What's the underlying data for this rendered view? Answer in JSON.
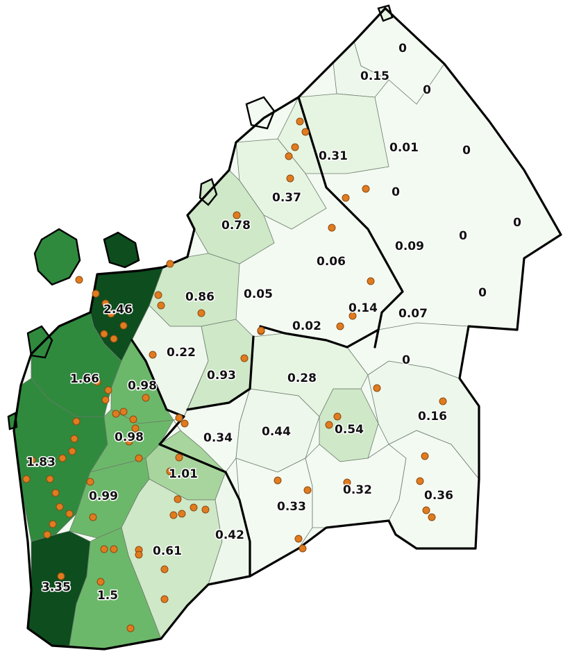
{
  "colors": {
    "scale": [
      "#f3faf2",
      "#e6f4e2",
      "#cfe8c8",
      "#a8d59d",
      "#6cb86a",
      "#2f8a3e",
      "#0d4d1e"
    ],
    "site": "#e07b1f",
    "boundary": "#000000"
  },
  "labels": {
    "r00": "0",
    "r01": "0.15",
    "r02": "0",
    "r03": "0.31",
    "r04": "0.01",
    "r05": "0",
    "r06": "0.37",
    "r07": "0",
    "r08": "0.78",
    "r09": "0.09",
    "r10": "0",
    "r11": "0",
    "r12": "0.06",
    "r13": "0",
    "r14": "0.86",
    "r15": "0.05",
    "r16": "2.46",
    "r17": "0.14",
    "r18": "0.07",
    "r19": "0.02",
    "r20": "0.22",
    "r21": "0.93",
    "r22": "0",
    "r23": "1.66",
    "r24": "0.98",
    "r25": "0.28",
    "r26": "0.16",
    "r27": "0.98",
    "r28": "0.34",
    "r29": "0.44",
    "r30": "0.54",
    "r31": "1.83",
    "r32": "1.01",
    "r33": "0.32",
    "r34": "0.99",
    "r35": "0.33",
    "r36": "0.36",
    "r37": "0.42",
    "r38": "0.61",
    "r39": "3.35",
    "r40": "1.5"
  }
}
